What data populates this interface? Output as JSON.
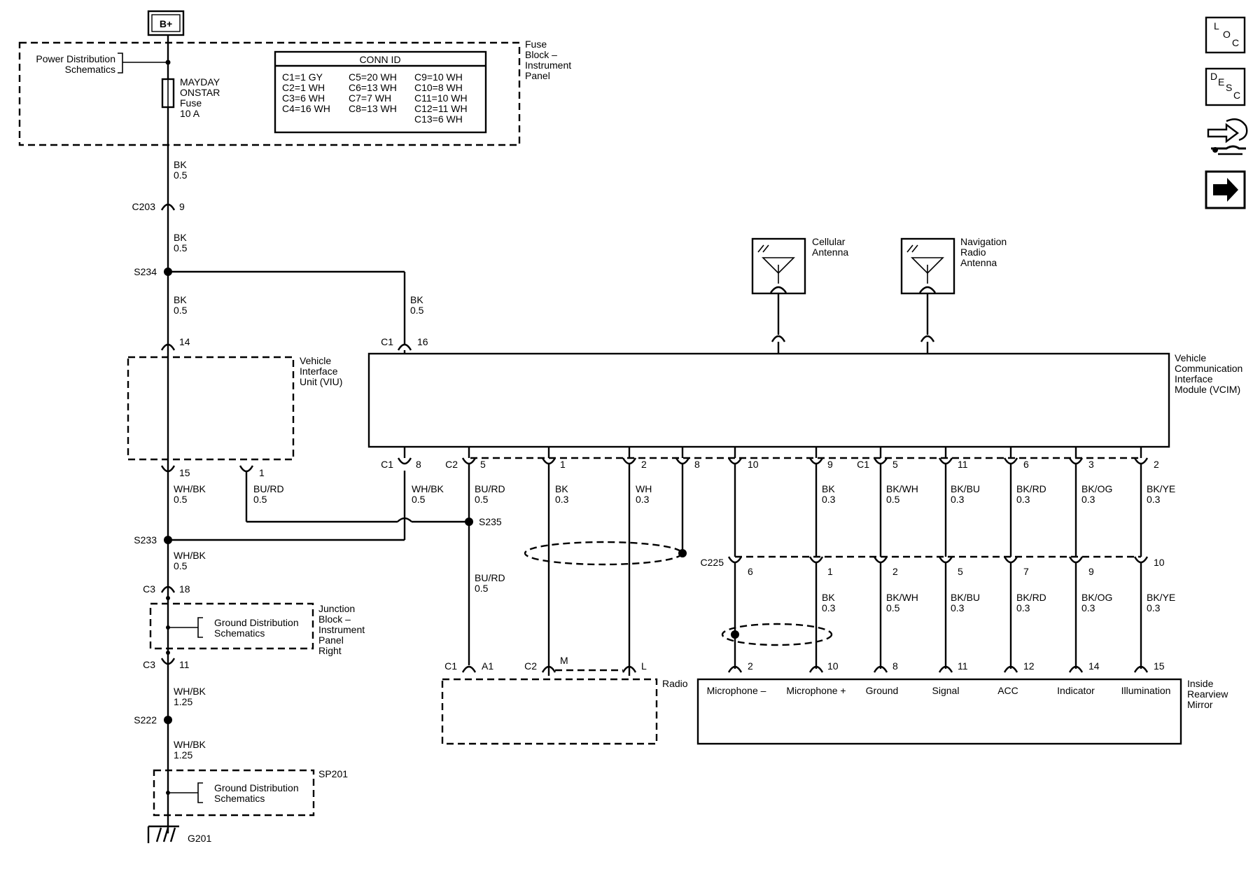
{
  "power": {
    "label": "B+"
  },
  "fuse_block": {
    "title_lines": [
      "Fuse",
      "Block –",
      "Instrument",
      "Panel"
    ],
    "power_dist_lines": [
      "Power Distribution",
      "Schematics"
    ],
    "fuse_lines": [
      "MAYDAY",
      "ONSTAR",
      "Fuse",
      "10 A"
    ],
    "conn_id_title": "CONN ID",
    "conn_id_col1": [
      "C1=1 GY",
      "C2=1 WH",
      "C3=6 WH",
      "C4=16 WH"
    ],
    "conn_id_col2": [
      "C5=20 WH",
      "C6=13 WH",
      "C7=7 WH",
      "C8=13 WH"
    ],
    "conn_id_col3": [
      "C9=10 WH",
      "C10=8 WH",
      "C11=10 WH",
      "C12=11 WH",
      "C13=6 WH"
    ]
  },
  "main": {
    "wire1": [
      "BK",
      "0.5"
    ],
    "c203": {
      "name": "C203",
      "pin": "9"
    },
    "wire2": [
      "BK",
      "0.5"
    ],
    "s234": "S234",
    "wire3": [
      "BK",
      "0.5"
    ],
    "wire3b": [
      "BK",
      "0.5"
    ],
    "viu_top_pin": "14",
    "vcim_top": {
      "conn": "C1",
      "pin": "16"
    },
    "viu_lines": [
      "Vehicle",
      "Interface",
      "Unit (VIU)"
    ],
    "viu_pin15": "15",
    "viu_pin1": "1",
    "wire_whbk": [
      "WH/BK",
      "0.5"
    ],
    "wire_burd": [
      "BU/RD",
      "0.5"
    ],
    "s233": "S233",
    "s235": "S235",
    "wire4": [
      "WH/BK",
      "0.5"
    ],
    "c3a": {
      "name": "C3",
      "pin": "18"
    },
    "jb_ground_lines": [
      "Ground Distribution",
      "Schematics"
    ],
    "jb_lines": [
      "Junction",
      "Block –",
      "Instrument",
      "Panel",
      "Right"
    ],
    "c3b": {
      "name": "C3",
      "pin": "11"
    },
    "wire5": [
      "WH/BK",
      "1.25"
    ],
    "s222": "S222",
    "wire6": [
      "WH/BK",
      "1.25"
    ],
    "sp201": "SP201",
    "sp_ground_lines": [
      "Ground Distribution",
      "Schematics"
    ],
    "g201": "G201"
  },
  "antennas": {
    "cellular": [
      "Cellular",
      "Antenna"
    ],
    "navigation": [
      "Navigation",
      "Radio",
      "Antenna"
    ]
  },
  "vcim": {
    "lines": [
      "Vehicle",
      "Communication",
      "Interface",
      "Module (VCIM)"
    ],
    "pins_bottom": [
      {
        "conn": "C1",
        "pin": "8",
        "wire": [
          "WH/BK",
          "0.5"
        ]
      },
      {
        "conn": "C2",
        "pin": "5",
        "wire": [
          "BU/RD",
          "0.5"
        ]
      },
      {
        "conn": "",
        "pin": "1",
        "wire": [
          "BK",
          "0.3"
        ]
      },
      {
        "conn": "",
        "pin": "2",
        "wire": [
          "WH",
          "0.3"
        ]
      },
      {
        "conn": "",
        "pin": "8",
        "wire": []
      },
      {
        "conn": "",
        "pin": "10",
        "wire": []
      },
      {
        "conn": "",
        "pin": "9",
        "wire": [
          "BK",
          "0.3"
        ]
      },
      {
        "conn": "C1",
        "pin": "5",
        "wire": [
          "BK/WH",
          "0.5"
        ]
      },
      {
        "conn": "",
        "pin": "11",
        "wire": [
          "BK/BU",
          "0.3"
        ]
      },
      {
        "conn": "",
        "pin": "6",
        "wire": [
          "BK/RD",
          "0.3"
        ]
      },
      {
        "conn": "",
        "pin": "3",
        "wire": [
          "BK/OG",
          "0.3"
        ]
      },
      {
        "conn": "",
        "pin": "2",
        "wire": [
          "BK/YE",
          "0.3"
        ]
      }
    ]
  },
  "c225": {
    "name": "C225",
    "pins": [
      "6",
      "1",
      "2",
      "5",
      "7",
      "9",
      "10"
    ],
    "wires": [
      [],
      [
        "BK",
        "0.3"
      ],
      [
        "BK/WH",
        "0.5"
      ],
      [
        "BK/BU",
        "0.3"
      ],
      [
        "BK/RD",
        "0.3"
      ],
      [
        "BK/OG",
        "0.3"
      ],
      [
        "BK/YE",
        "0.3"
      ]
    ]
  },
  "radio": {
    "label": "Radio",
    "wire": [
      "BU/RD",
      "0.5"
    ],
    "c1": {
      "conn": "C1",
      "pin": "A1"
    },
    "c2": {
      "conn": "C2",
      "pin": "M"
    },
    "pin_l": "L"
  },
  "mirror": {
    "lines": [
      "Inside",
      "Rearview",
      "Mirror"
    ],
    "pins": [
      "2",
      "10",
      "8",
      "11",
      "12",
      "14",
      "15"
    ],
    "labels": [
      "Microphone –",
      "Microphone +",
      "Ground",
      "Signal",
      "ACC",
      "Indicator",
      "Illumination"
    ]
  },
  "side_buttons": {
    "loc": [
      "L",
      "O",
      "C"
    ],
    "desc": [
      "D",
      "E",
      "S",
      "C"
    ],
    "connector_icon": "connector-icon",
    "arrow_icon": "arrow-right-icon"
  }
}
